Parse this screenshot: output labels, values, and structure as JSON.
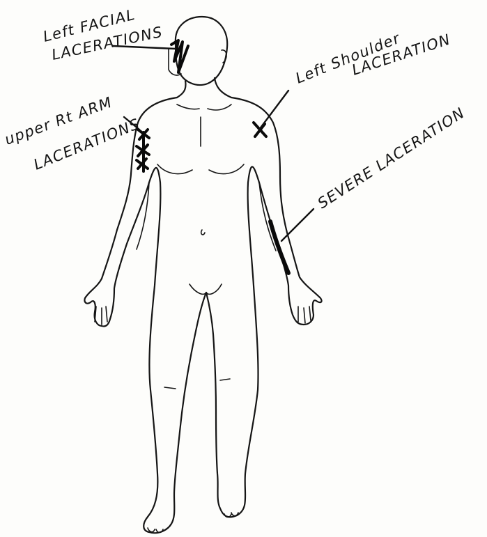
{
  "annotations": {
    "left_facial": {
      "line1": "Left FACIAL",
      "line2": "LACERATIONS"
    },
    "upper_rt_arm": {
      "line1": "upper Rt ARM",
      "line2": "LACERATIONS"
    },
    "left_shoulder": {
      "line1": "Left Shoulder",
      "line2": "LACERATION"
    },
    "severe": {
      "line1": "SEVERE LACERATION"
    }
  }
}
